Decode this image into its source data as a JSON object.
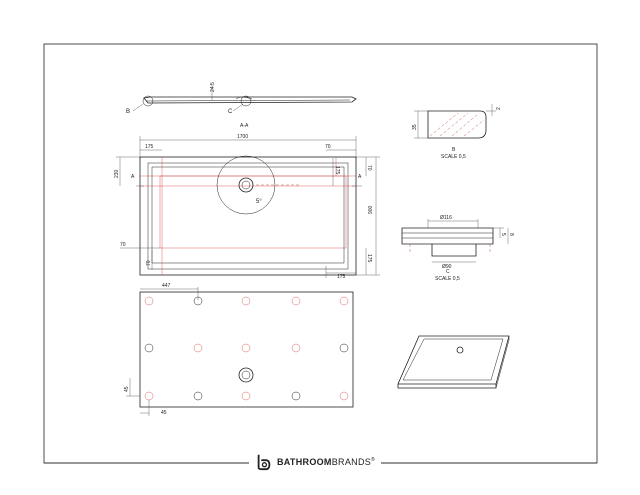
{
  "brand": {
    "name_bold": "BATHROOM",
    "name_light": "BRANDS",
    "reg_mark": "®",
    "logo_icon": "b-logo-icon"
  },
  "colors": {
    "line": "#222222",
    "accent_red": "#d23b3b",
    "background": "#ffffff"
  },
  "section_view": {
    "label": "A-A",
    "callout_b": "B",
    "callout_c": "C",
    "thickness": "24.5"
  },
  "plan_view": {
    "overall_width": "1700",
    "left_offset": "175",
    "right_offset": "70",
    "depth": "900",
    "section_depth": "230",
    "right_depth": "70",
    "right_inner": "175",
    "bottom_right": "175",
    "bottom_inner": "175",
    "left_lower": "70",
    "bottom_left": "70",
    "section_mark_left": "A",
    "section_mark_right": "A",
    "waste_label": "5°"
  },
  "underside_view": {
    "offset_top": "447",
    "offset_left": "45",
    "offset_bottom": "45"
  },
  "detail_b": {
    "label": "B",
    "scale": "SCALE 0,5",
    "dim_height": "35",
    "dim_small": "2"
  },
  "detail_c": {
    "label": "C",
    "scale": "SCALE 0,5",
    "dim_top": "Ø116",
    "dim_bottom": "Ø90",
    "dim_h1": "5",
    "dim_h2": "8"
  }
}
